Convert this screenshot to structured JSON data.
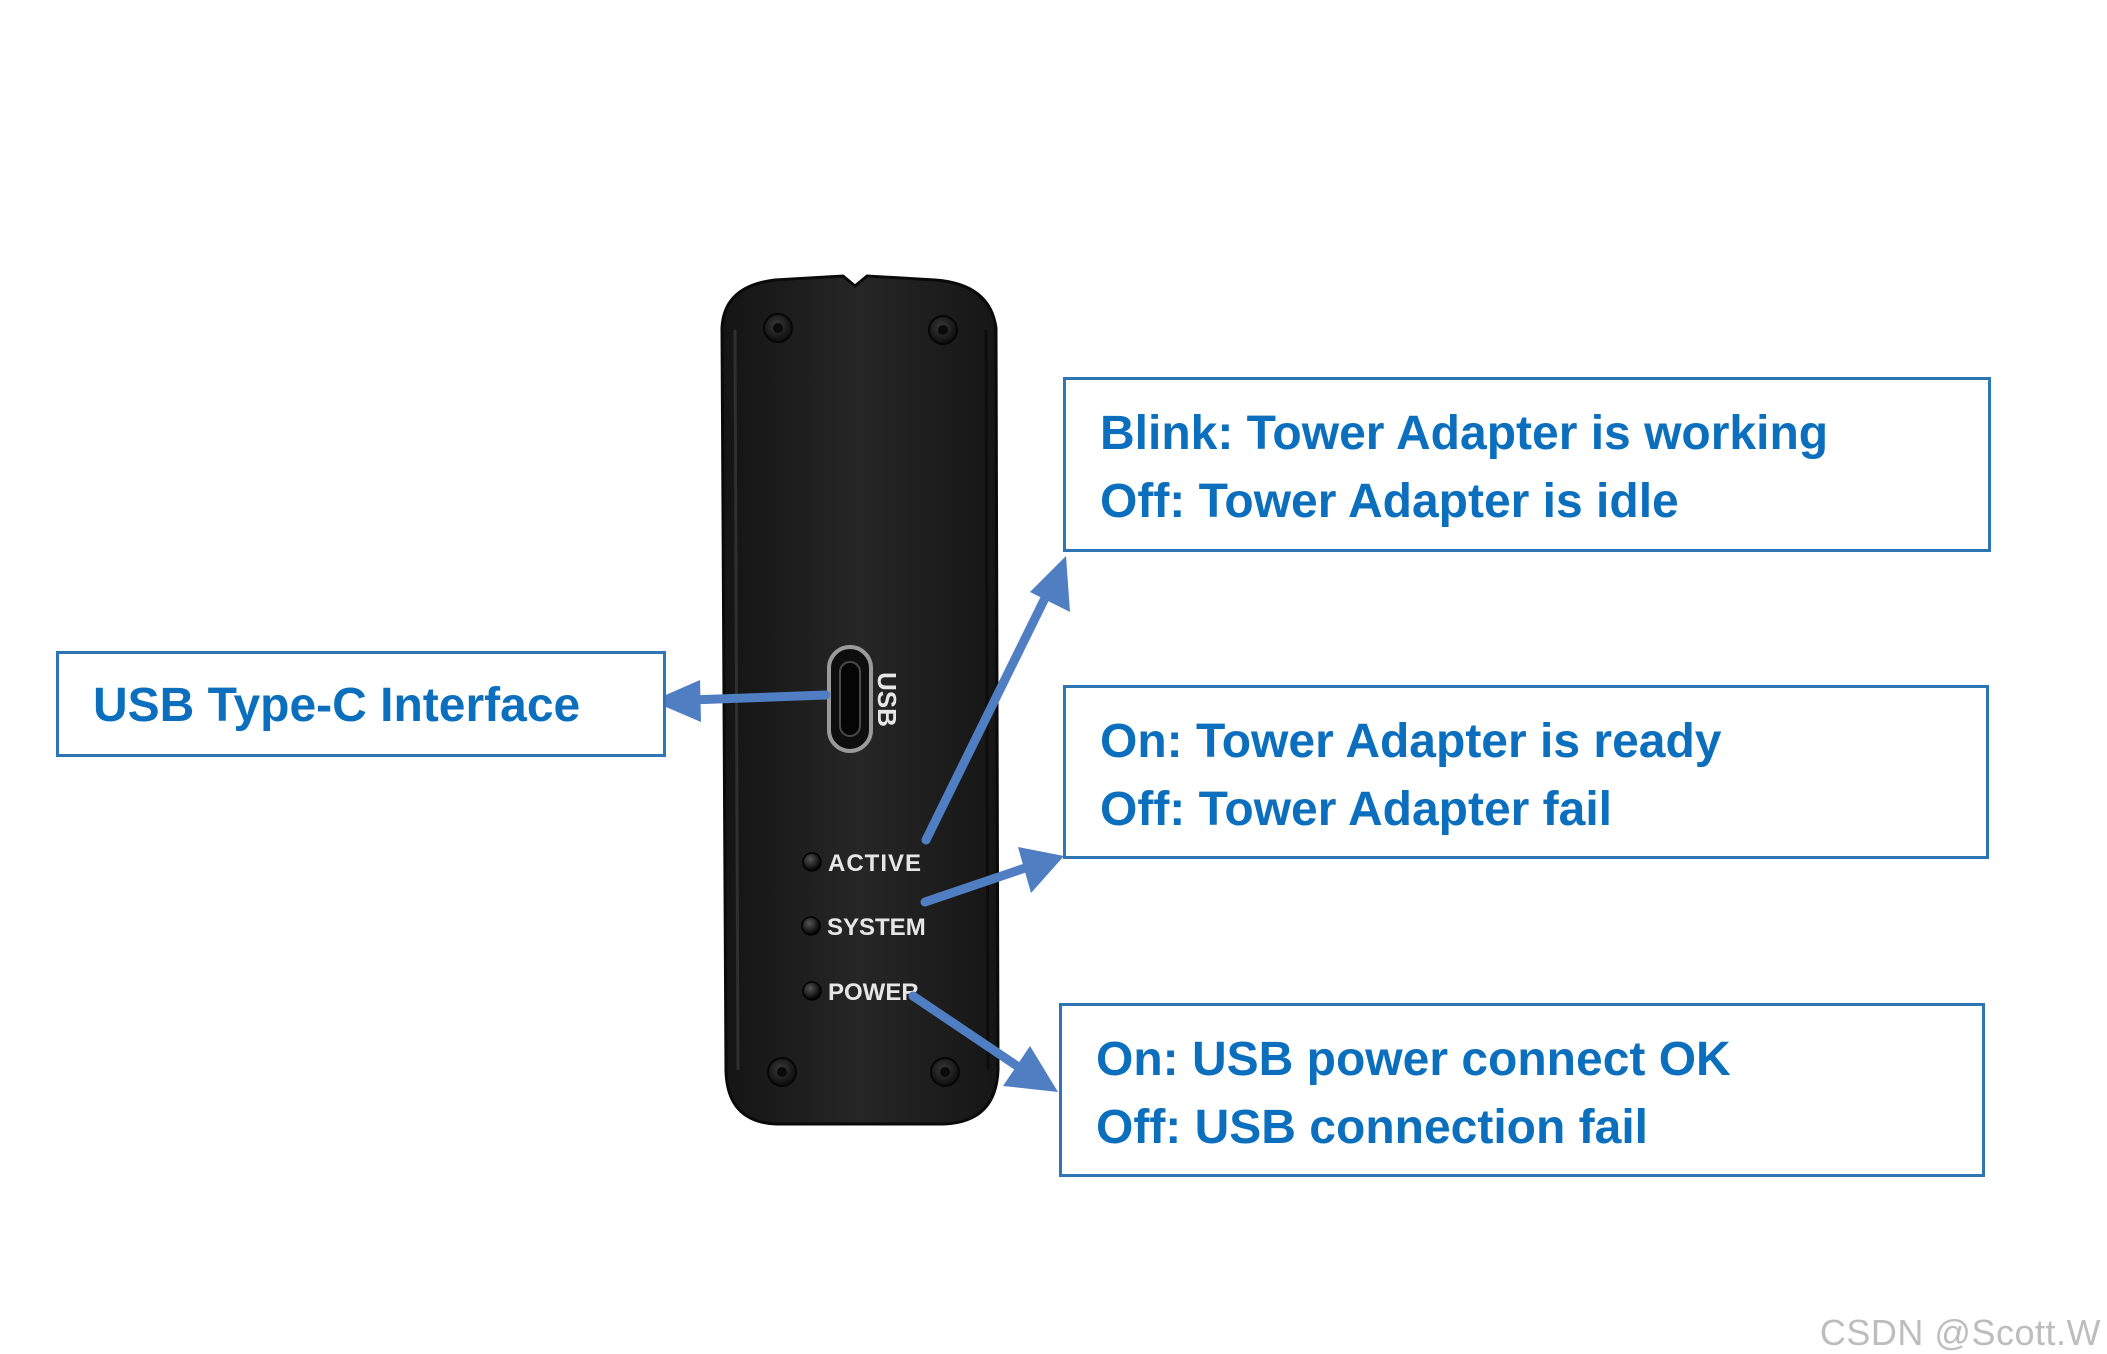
{
  "device": {
    "port_label": "USB",
    "leds": [
      {
        "label": "ACTIVE"
      },
      {
        "label": "SYSTEM"
      },
      {
        "label": "POWER"
      }
    ]
  },
  "callouts": {
    "usb": {
      "line1": "USB Type-C Interface"
    },
    "active": {
      "line1": "Blink: Tower Adapter is working",
      "line2": "Off: Tower Adapter is idle"
    },
    "system": {
      "line1": "On: Tower Adapter is ready",
      "line2": "Off: Tower Adapter fail"
    },
    "power": {
      "line1": "On: USB power connect OK",
      "line2": "Off: USB connection fail"
    }
  },
  "watermark": "CSDN @Scott.W",
  "colors": {
    "callout_text": "#0b6fbd",
    "callout_border": "#2e75b6",
    "arrow": "#4f7ec2",
    "device_body": "#1e1e1e"
  }
}
